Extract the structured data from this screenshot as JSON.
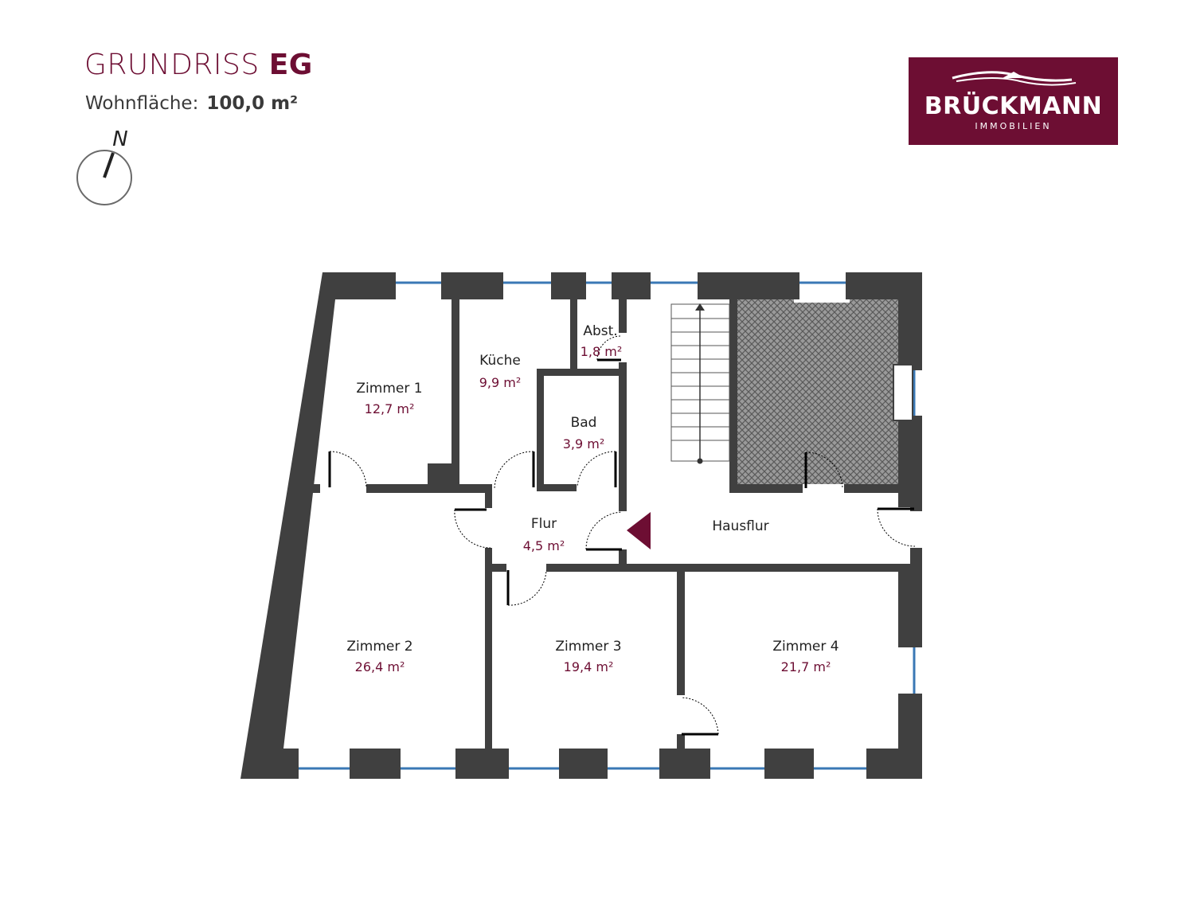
{
  "header": {
    "title_light": "GRUNDRISS",
    "title_bold": "EG",
    "living_area_label": "Wohnfläche:",
    "living_area_value": "100,0 m²",
    "north_label": "N"
  },
  "logo": {
    "name": "BRÜCKMANN",
    "subline": "IMMOBILIEN"
  },
  "colors": {
    "brand": "#6d0e33",
    "wall": "#404040",
    "window": "#3a78b5"
  },
  "rooms": [
    {
      "name": "Zimmer 1",
      "area": "12,7 m²"
    },
    {
      "name": "Küche",
      "area": "9,9 m²"
    },
    {
      "name": "Abst.",
      "area": "1,8 m²"
    },
    {
      "name": "Bad",
      "area": "3,9 m²"
    },
    {
      "name": "Flur",
      "area": "4,5 m²"
    },
    {
      "name": "Hausflur",
      "area": ""
    },
    {
      "name": "Zimmer 2",
      "area": "26,4 m²"
    },
    {
      "name": "Zimmer 3",
      "area": "19,4 m²"
    },
    {
      "name": "Zimmer 4",
      "area": "21,7 m²"
    }
  ]
}
